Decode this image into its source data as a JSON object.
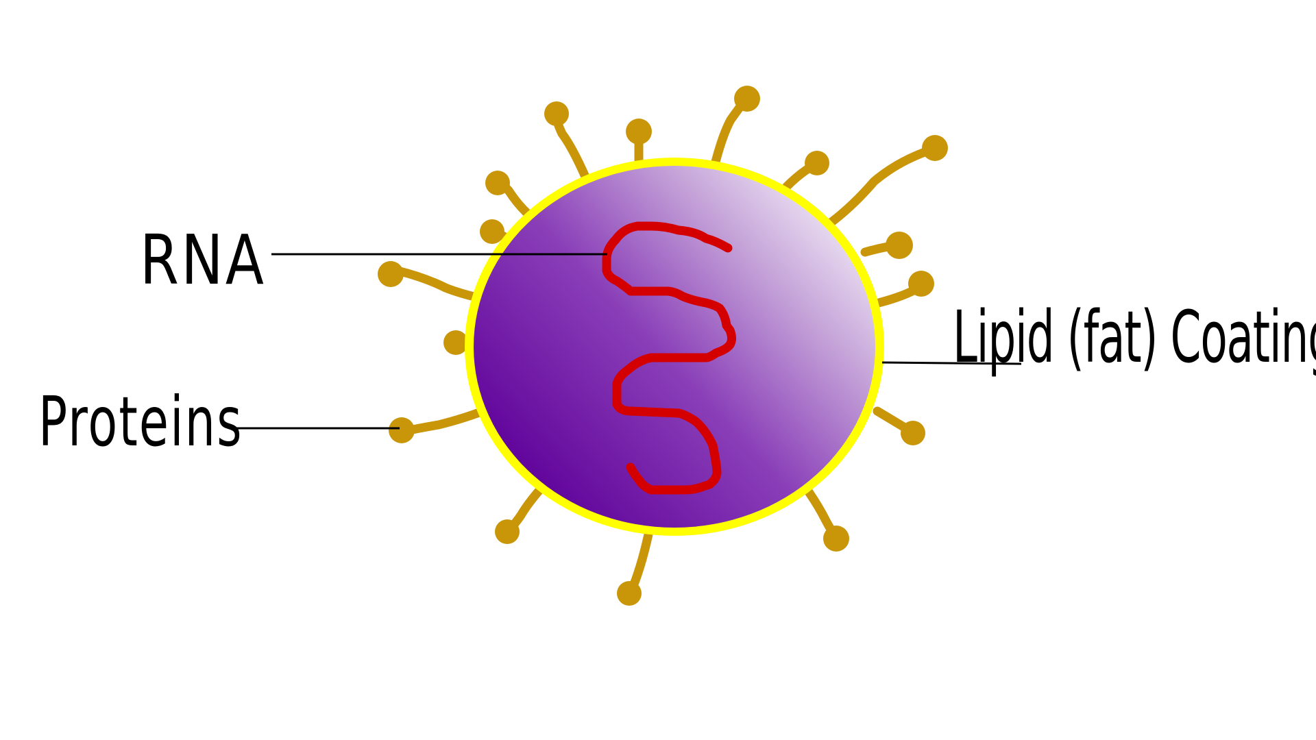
{
  "labels": {
    "rna": "RNA",
    "proteins": "Proteins",
    "lipid_coating": "Lipid (fat) Coating"
  },
  "colors": {
    "background": "#ffffff",
    "protein_spike": "#c9960a",
    "membrane": "#ffff00",
    "body_dark": "#5e0099",
    "body_light": "#f4eef8",
    "rna_strand": "#d40000",
    "leader_line": "#000000"
  }
}
